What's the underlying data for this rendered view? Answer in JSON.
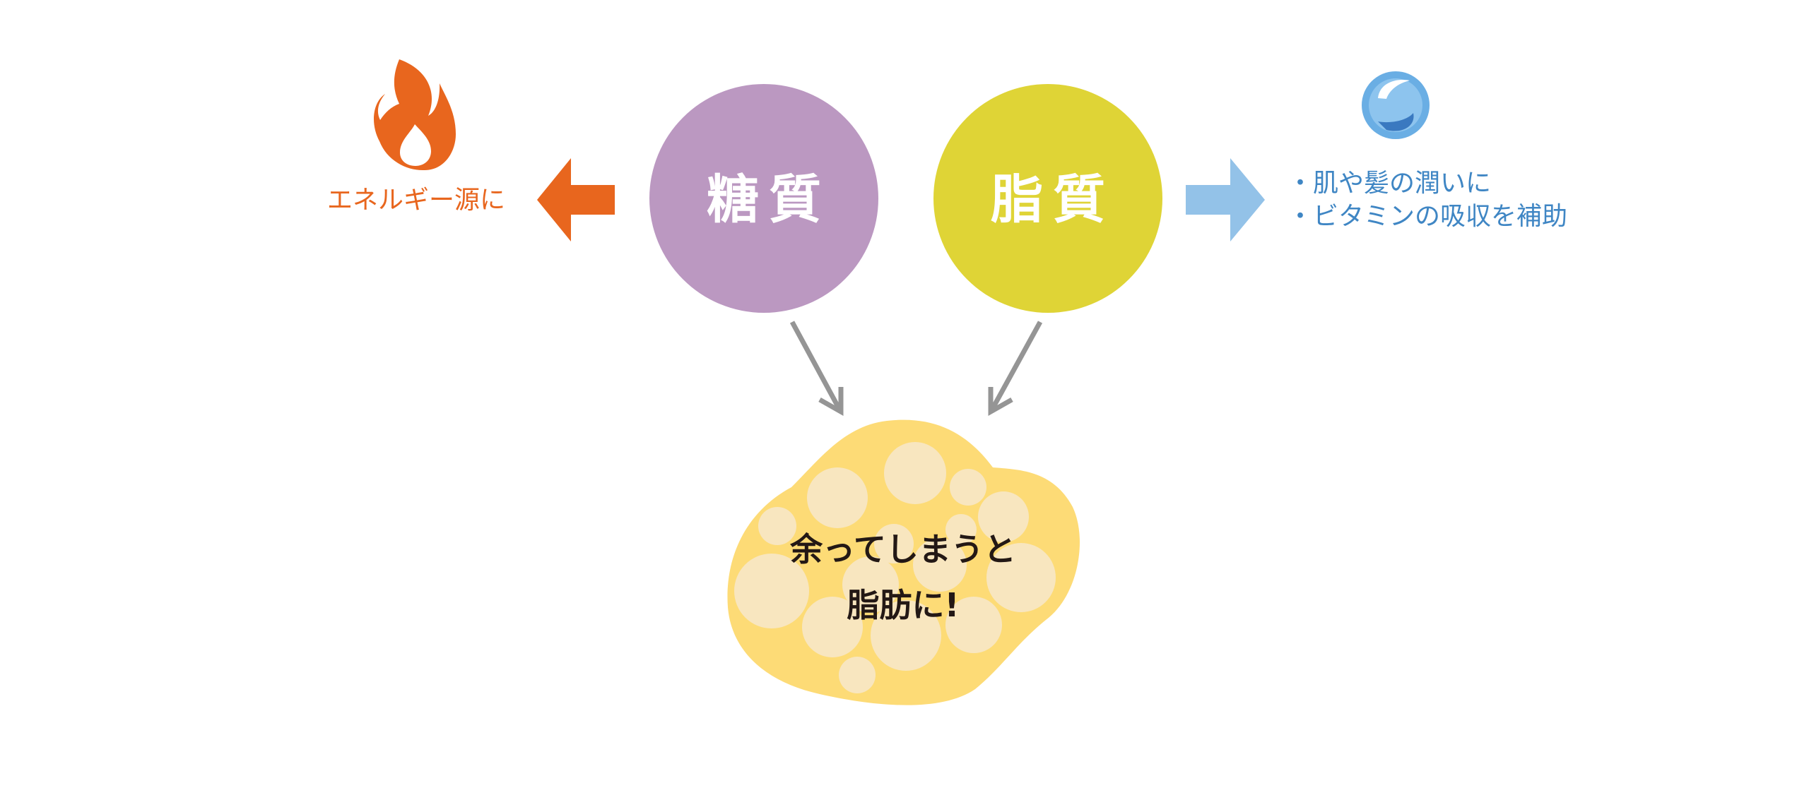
{
  "nodes": {
    "carbs": {
      "label": "糖質",
      "color": "#bb98c1"
    },
    "fats": {
      "label": "脂質",
      "color": "#dfd436"
    }
  },
  "energy": {
    "text": "エネルギー源に",
    "color": "#e8661e"
  },
  "benefits": {
    "lines": [
      "・肌や髪の潤いに",
      "・ビタミンの吸収を補助"
    ],
    "color": "#3f86c4",
    "arrow_color": "#93c2e8"
  },
  "fat": {
    "lines": [
      "余ってしまうと",
      "脂肪に!"
    ],
    "blob_color": "#fddb76",
    "bubble_color": "#f8e6bf"
  },
  "connector_color": "#959595",
  "icons": {
    "energy": "flame-icon",
    "benefits": "water-drop-icon"
  }
}
